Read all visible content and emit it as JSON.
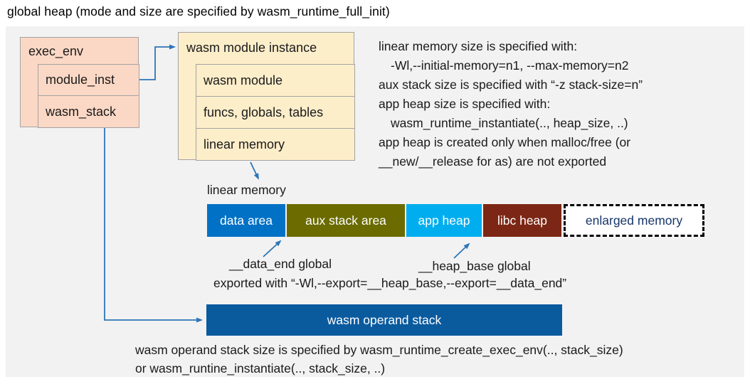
{
  "title": "global heap (mode and size are specified by wasm_runtime_full_init)",
  "exec_env": {
    "header": "exec_env",
    "rows": [
      "module_inst",
      "wasm_stack"
    ]
  },
  "module_instance": {
    "header": "wasm module instance",
    "rows": [
      "wasm module",
      "funcs, globals, tables",
      "linear memory"
    ]
  },
  "memory_notes": {
    "line1": "linear memory size is specified with:",
    "line2": "-Wl,--initial-memory=n1, --max-memory=n2",
    "line3": "aux stack size is specified with “-z stack-size=n”",
    "line4": "app heap size is specified with:",
    "line5": "wasm_runtime_instantiate(.., heap_size, ..)",
    "line6": "app heap is created only when malloc/free (or",
    "line7": "__new/__release for as) are not exported"
  },
  "linear_memory": {
    "label": "linear memory",
    "segments": [
      {
        "label": "data area",
        "color": "#0071c5"
      },
      {
        "label": "aux stack area",
        "color": "#6b6b00"
      },
      {
        "label": "app heap",
        "color": "#00aeef"
      },
      {
        "label": "libc heap",
        "color": "#7c2715"
      },
      {
        "label": "enlarged memory",
        "color": "#ffffff",
        "text_color": "#17356b",
        "border": "dashed"
      }
    ]
  },
  "symbols": {
    "data_end": "__data_end global",
    "heap_base": "__heap_base global",
    "export_note": "exported with “-Wl,--export=__heap_base,--export=__data_end”"
  },
  "operand_stack": {
    "label": "wasm operand stack",
    "color": "#0a5a9e"
  },
  "stack_notes": {
    "line1": "wasm operand stack size is specified by wasm_runtime_create_exec_env(.., stack_size)",
    "line2": "or wasm_runtine_instantiate(.., stack_size, ..)"
  },
  "colors": {
    "panel_bg": "#f2f2f2",
    "exec_env_fill": "#fbd8c5",
    "module_instance_fill": "#fdeeca",
    "box_border": "#a3a3a3",
    "connector": "#2e75b6"
  }
}
